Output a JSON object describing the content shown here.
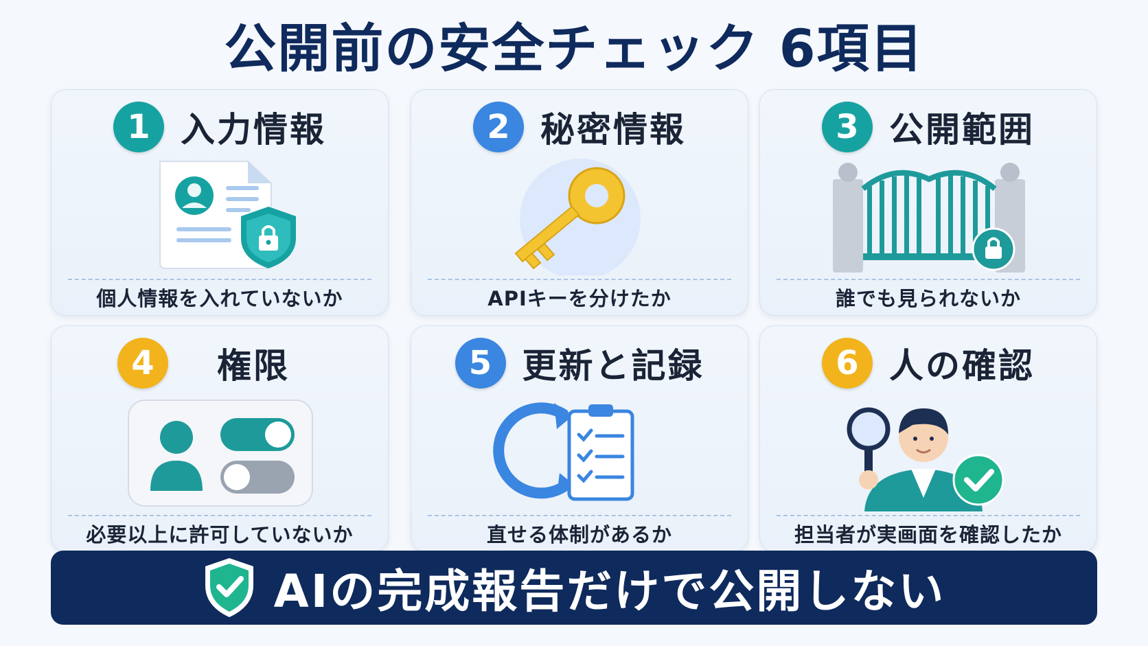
{
  "title": "公開前の安全チェック 6項目",
  "colors": {
    "navy": "#0f2a5c",
    "teal": "#17a2a2",
    "blue": "#3a86e0",
    "yellow": "#f2b31c",
    "green_check": "#1fb58f"
  },
  "cards": [
    {
      "number": "1",
      "title": "入力情報",
      "caption": "個人情報を入れていないか",
      "icon": "document-shield-icon"
    },
    {
      "number": "2",
      "title": "秘密情報",
      "caption": "APIキーを分けたか",
      "icon": "key-icon"
    },
    {
      "number": "3",
      "title": "公開範囲",
      "caption": "誰でも見られないか",
      "icon": "gate-lock-icon"
    },
    {
      "number": "4",
      "title": "権限",
      "caption": "必要以上に許可していないか",
      "icon": "permission-toggle-icon"
    },
    {
      "number": "5",
      "title": "更新と記録",
      "caption": "直せる体制があるか",
      "icon": "refresh-clipboard-icon"
    },
    {
      "number": "6",
      "title": "人の確認",
      "caption": "担当者が実画面を確認したか",
      "icon": "person-magnifier-icon"
    }
  ],
  "banner": {
    "text": "AIの完成報告だけで公開しない",
    "icon": "shield-check-icon"
  }
}
